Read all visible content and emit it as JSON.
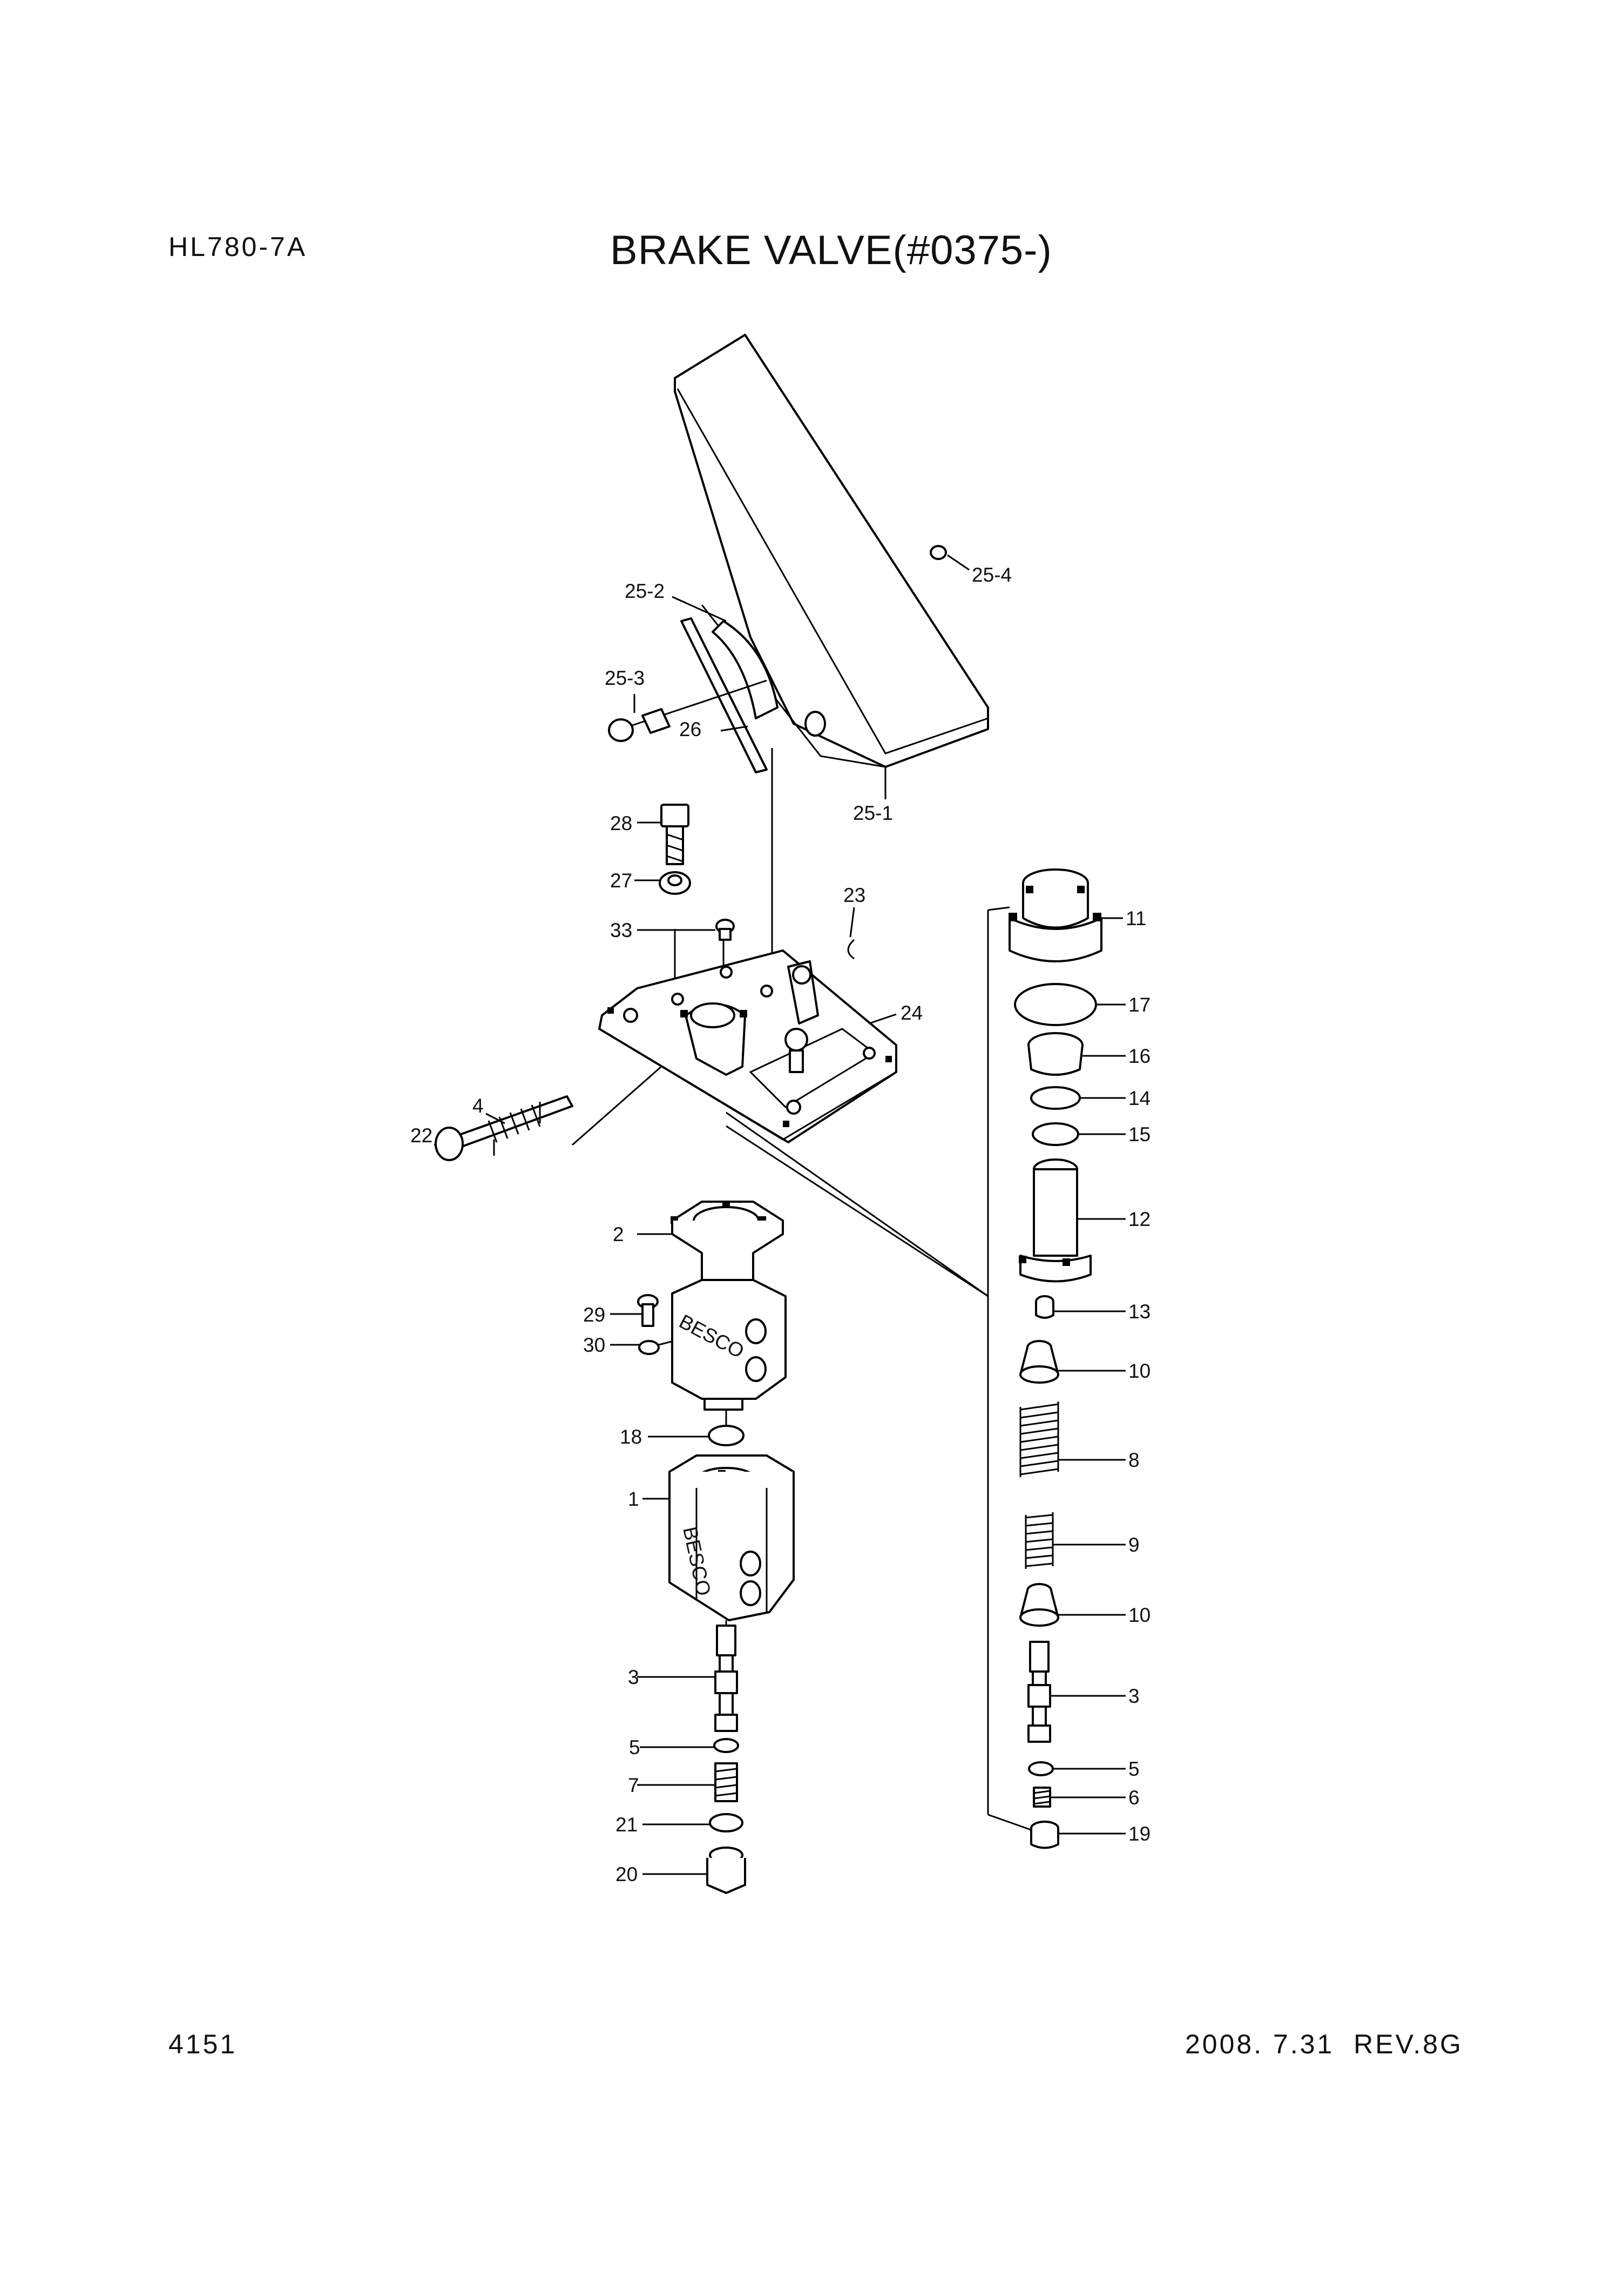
{
  "header": {
    "model": "HL780-7A",
    "title": "BRAKE VALVE(#0375-)"
  },
  "footer": {
    "page_number": "4151",
    "revision": "2008. 7.31  REV.8G"
  },
  "diagram": {
    "callouts": [
      {
        "id": "25-4",
        "text": "25-4"
      },
      {
        "id": "25-2",
        "text": "25-2"
      },
      {
        "id": "25-3",
        "text": "25-3"
      },
      {
        "id": "26",
        "text": "26"
      },
      {
        "id": "25-1",
        "text": "25-1"
      },
      {
        "id": "28",
        "text": "28"
      },
      {
        "id": "27",
        "text": "27"
      },
      {
        "id": "33",
        "text": "33"
      },
      {
        "id": "23",
        "text": "23"
      },
      {
        "id": "24",
        "text": "24"
      },
      {
        "id": "4",
        "text": "4"
      },
      {
        "id": "22",
        "text": "22"
      },
      {
        "id": "2",
        "text": "2"
      },
      {
        "id": "29",
        "text": "29"
      },
      {
        "id": "30",
        "text": "30"
      },
      {
        "id": "18",
        "text": "18"
      },
      {
        "id": "1",
        "text": "1"
      },
      {
        "id": "3-left",
        "text": "3"
      },
      {
        "id": "5-left",
        "text": "5"
      },
      {
        "id": "7",
        "text": "7"
      },
      {
        "id": "21",
        "text": "21"
      },
      {
        "id": "20",
        "text": "20"
      },
      {
        "id": "11",
        "text": "11"
      },
      {
        "id": "17",
        "text": "17"
      },
      {
        "id": "16",
        "text": "16"
      },
      {
        "id": "14",
        "text": "14"
      },
      {
        "id": "15",
        "text": "15"
      },
      {
        "id": "12",
        "text": "12"
      },
      {
        "id": "13",
        "text": "13"
      },
      {
        "id": "10-upper",
        "text": "10"
      },
      {
        "id": "8",
        "text": "8"
      },
      {
        "id": "9",
        "text": "9"
      },
      {
        "id": "10-lower",
        "text": "10"
      },
      {
        "id": "3-right",
        "text": "3"
      },
      {
        "id": "5-right",
        "text": "5"
      },
      {
        "id": "6",
        "text": "6"
      },
      {
        "id": "19",
        "text": "19"
      }
    ],
    "body_marking": "BESCO"
  }
}
